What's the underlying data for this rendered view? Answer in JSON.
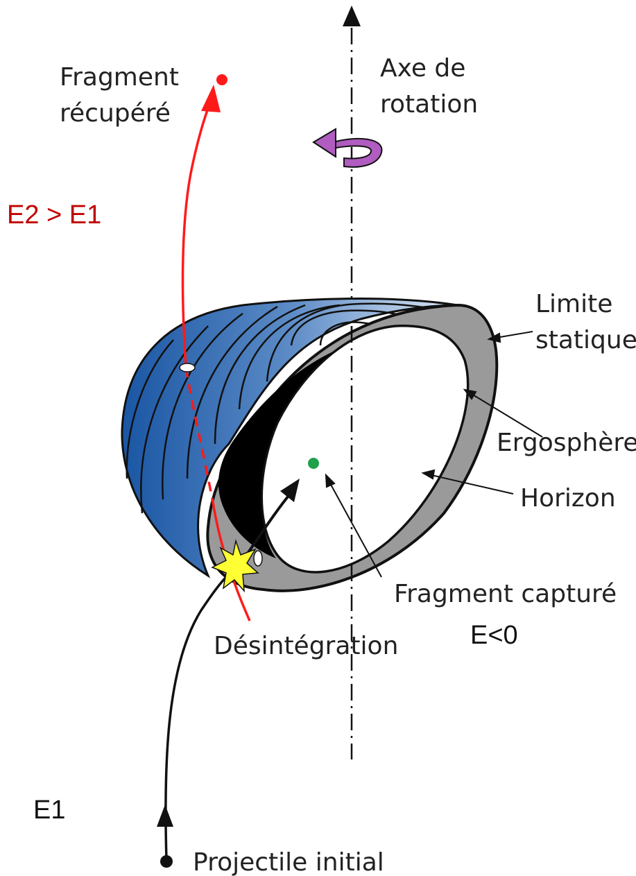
{
  "labels": {
    "fragment_recovered_line1": "Fragment",
    "fragment_recovered_line2": "récupéré",
    "rotation_axis_line1": "Axe de",
    "rotation_axis_line2": "rotation",
    "energy_recovered": "E2 > E1",
    "static_limit_line1": "Limite",
    "static_limit_line2": "statique",
    "ergosphere": "Ergosphère",
    "horizon": "Horizon",
    "fragment_captured": "Fragment capturé",
    "energy_captured": "E<0",
    "disintegration": "Désintégration",
    "energy_initial": "E1",
    "initial_projectile": "Projectile initial"
  },
  "colors": {
    "recovered_path": "#ff1a1a",
    "energy_recovered_text": "#c00000",
    "rotation_arrow": "#b05cc0",
    "surface_dark": "#1c5aa8",
    "surface_light": "#d6e2f2",
    "ergosphere_band": "#9a9a9a",
    "captured_dot": "#1fa04a",
    "burst": "#ffff33",
    "text": "#222222"
  }
}
